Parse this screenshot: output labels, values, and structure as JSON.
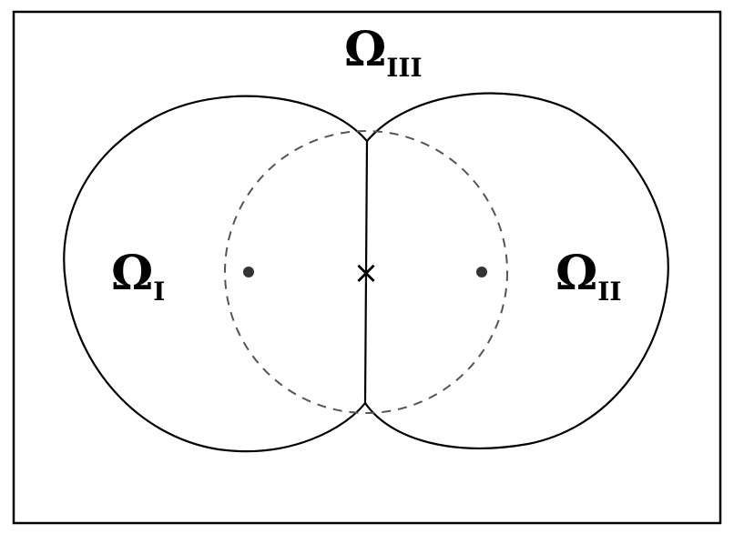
{
  "diagram": {
    "labels": {
      "region_1": {
        "symbol": "Ω",
        "subscript": "I"
      },
      "region_2": {
        "symbol": "Ω",
        "subscript": "II"
      },
      "region_3": {
        "symbol": "Ω",
        "subscript": "III"
      }
    },
    "origin_marker": "×",
    "colors": {
      "stroke": "#000000",
      "dashed_circle": "#555555",
      "focus_point": "#333333",
      "background": "#ffffff"
    }
  }
}
